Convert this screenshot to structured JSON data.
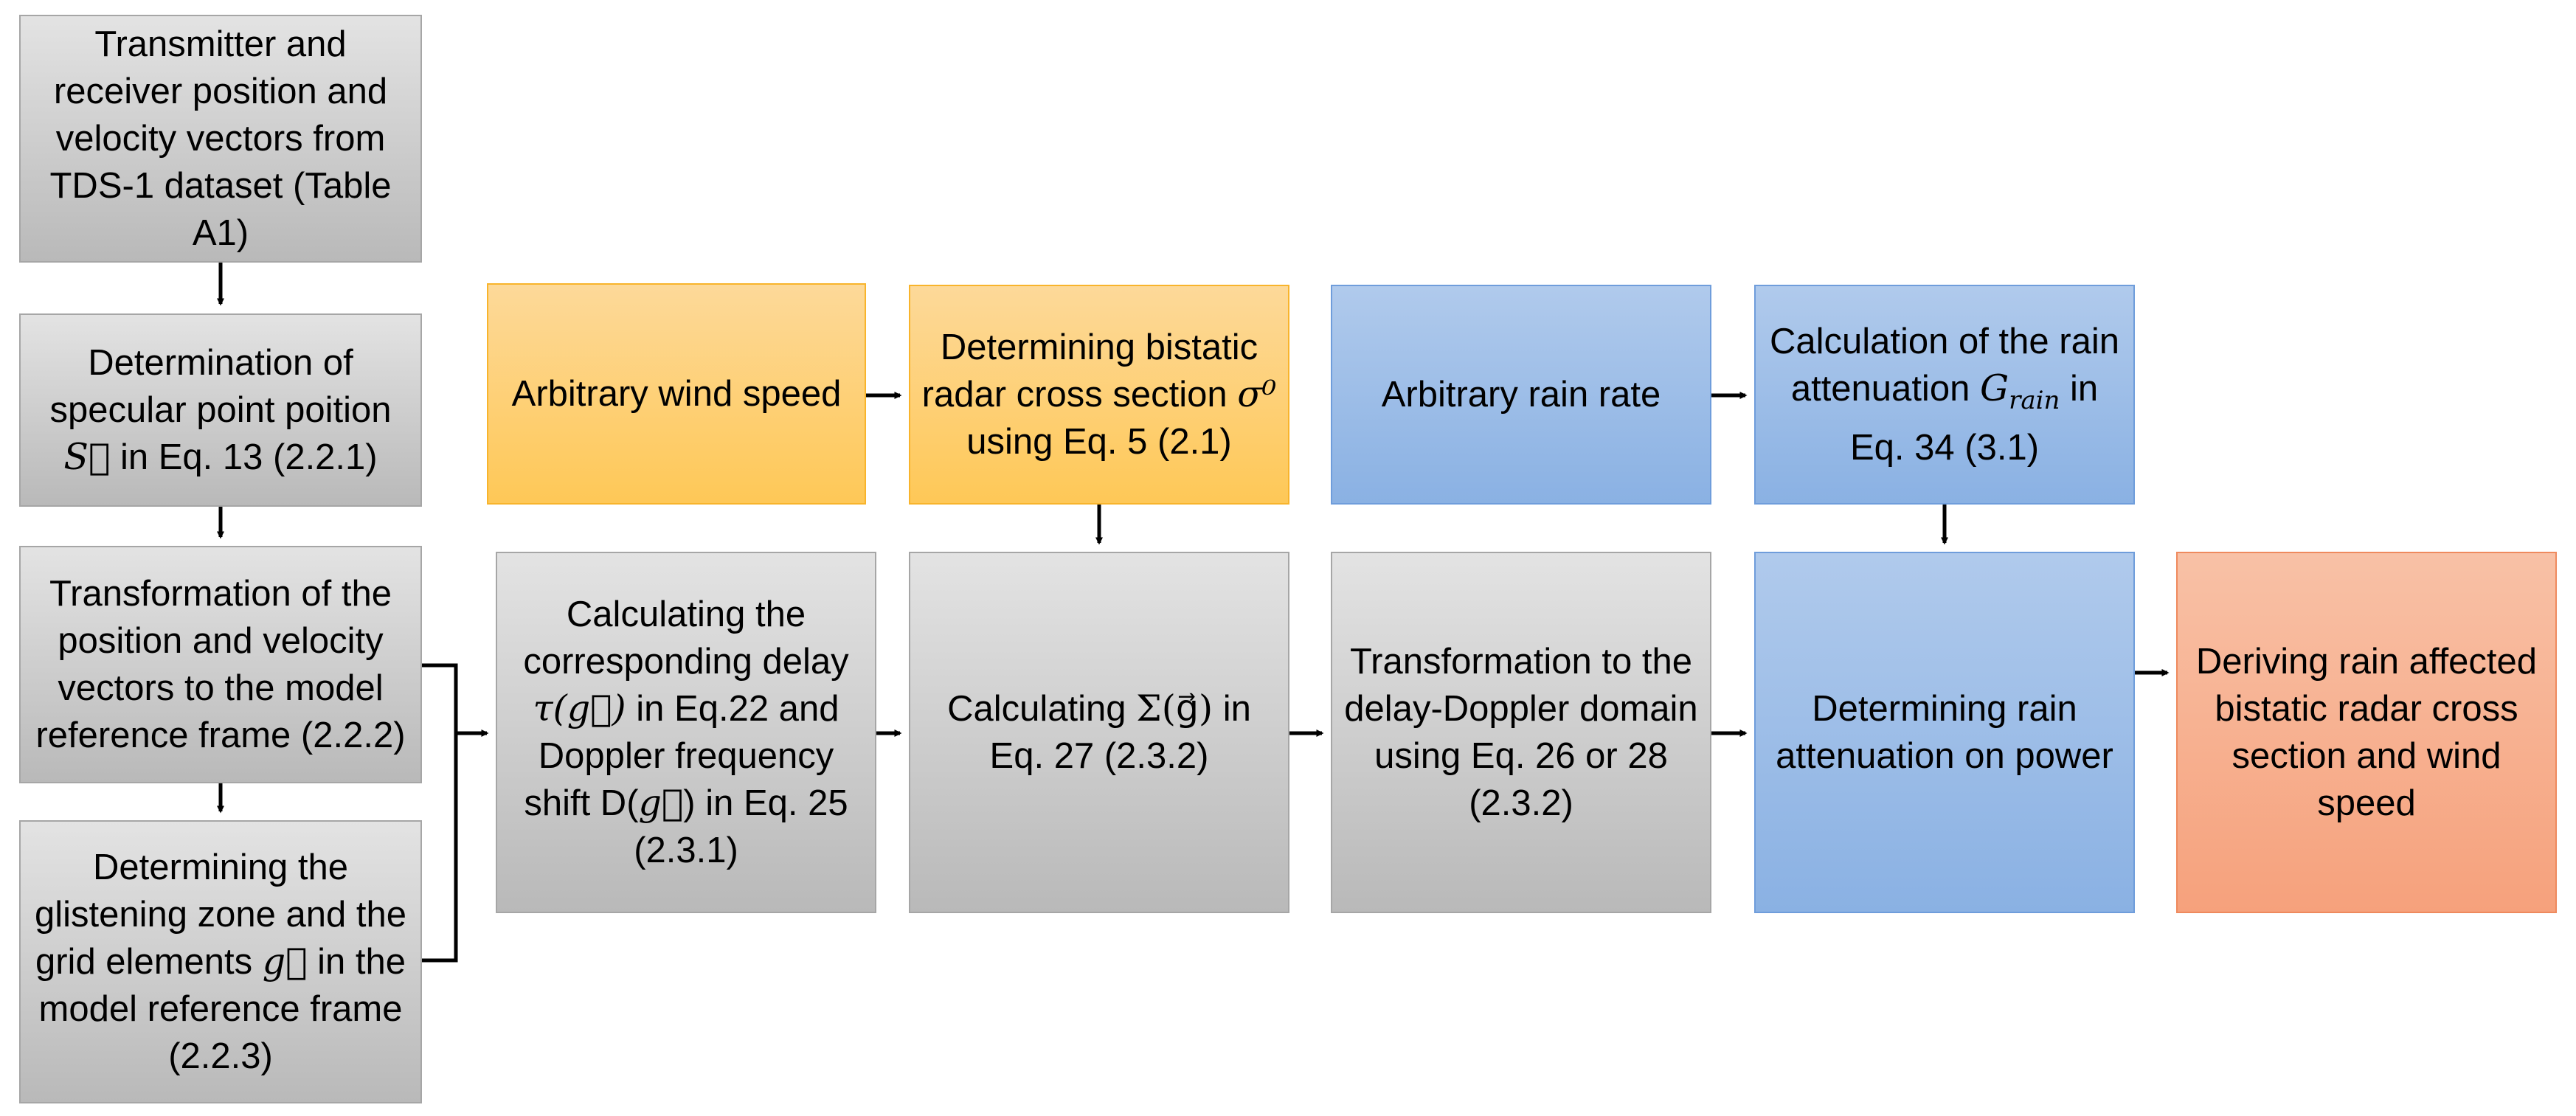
{
  "colors": {
    "gray": "#c8c8c8",
    "yellow": "#fed47c",
    "blue": "#9dbde8",
    "orange": "#f7b092",
    "arrow": "#000000"
  },
  "boxes": {
    "b1": "Transmitter and receiver position and velocity vectors from TDS-1 dataset (Table A1)",
    "b2_a": "Determination of specular point poition ",
    "b2_sym": "S⃗",
    "b2_b": " in Eq. 13 (2.2.1)",
    "b3": "Transformation of the position and velocity vectors to the model reference frame (2.2.2)",
    "b4_a": "Determining the glistening zone and the grid elements ",
    "b4_sym": "g⃗",
    "b4_b": " in the model reference frame (2.2.3)",
    "b5": "Arbitrary wind speed",
    "b6_a": "Determining bistatic radar cross section ",
    "b6_sym": "σ⁰",
    "b6_b": " using Eq. 5 (2.1)",
    "b7": "Arbitrary rain rate",
    "b8_a": "Calculation of the rain attenuation ",
    "b8_sym": "G",
    "b8_sub": "rain",
    "b8_b": " in Eq. 34 (3.1)",
    "b9_a": "Calculating the corresponding delay ",
    "b9_sym1": "τ(g⃗)",
    "b9_b": " in Eq.22 and Doppler frequency shift D(",
    "b9_sym2": "g⃗",
    "b9_c": ") in Eq. 25 (2.3.1)",
    "b10_a": "Calculating ",
    "b10_sym": "Σ(g⃗)",
    "b10_b": " in Eq. 27 (2.3.2)",
    "b11": "Transformation to the delay-Doppler domain using Eq. 26 or 28 (2.3.2)",
    "b12": "Determining rain attenuation on power",
    "b13": "Deriving rain affected bistatic radar cross section and wind speed"
  }
}
